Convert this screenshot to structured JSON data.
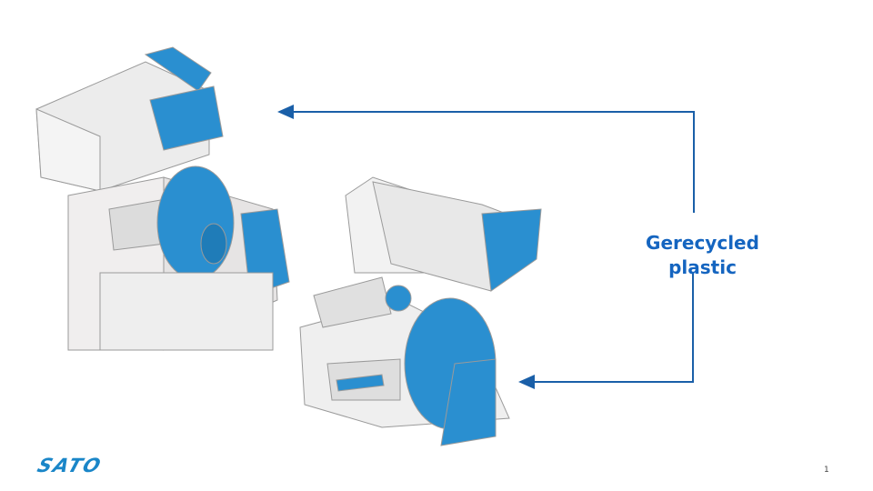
{
  "slide": {
    "callout_label": "Gerecycled plastic",
    "logo_text": "SATO",
    "page_number": "1",
    "accent_color": "#1565c0",
    "part_color": "#2a8fd0"
  }
}
